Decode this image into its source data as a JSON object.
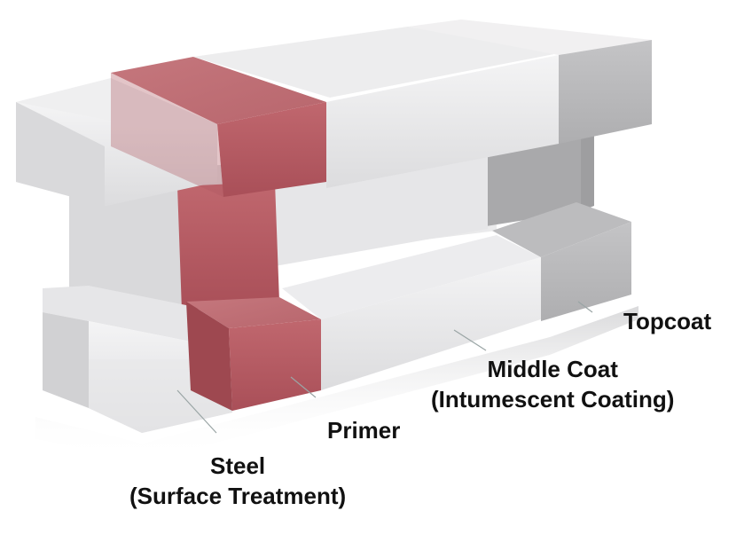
{
  "labels": {
    "topcoat": {
      "line1": "Topcoat"
    },
    "middle_coat": {
      "line1": "Middle Coat",
      "line2": "(Intumescent Coating)"
    },
    "primer": {
      "line1": "Primer"
    },
    "steel": {
      "line1": "Steel",
      "line2": "(Surface Treatment)"
    }
  },
  "colors": {
    "primer_band": "#b45a62",
    "steel_face": "#e4e4e6",
    "topcoat_face": "#b8b8ba",
    "text": "#111111",
    "leader": "#9aa5a5"
  }
}
